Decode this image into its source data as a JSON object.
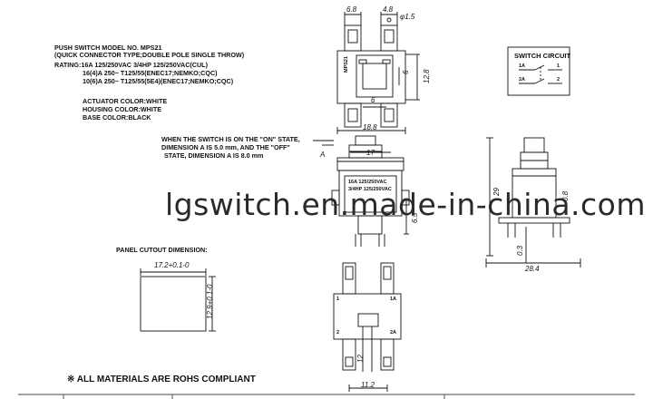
{
  "specs": {
    "model": "PUSH SWITCH MODEL NO. MPS21",
    "type": "(QUICK CONNECTOR TYPE;DOUBLE POLE SINGLE THROW)",
    "rating1": "RATING:16A 125/250VAC 3/4HP 125/250VAC(CUL)",
    "rating2": "16(4)A 250~ T125/55(ENEC17;NEMKO;CQC)",
    "rating3": "10(6)A 250~ T125/55(5E4)(ENEC17;NEMKO;CQC)",
    "actuator": "ACTUATOR COLOR:WHITE",
    "housing": "HOUSING COLOR:WHITE",
    "base": "BASE COLOR:BLACK"
  },
  "note": {
    "line1": "WHEN THE SWITCH IS ON THE \"ON\" STATE,",
    "line2": "DIMENSION A IS 5.0 mm, AND THE \"OFF\"",
    "line3": "STATE, DIMENSION A IS 8.0 mm",
    "label_a": "A"
  },
  "circuit": {
    "title": "SWITCH CIRCUIT",
    "t1a": "1A",
    "t1": "1",
    "t2a": "2A",
    "t2": "2"
  },
  "panel": {
    "title": "PANEL CUTOUT DIMENSION:",
    "width": "17.2+0.1-0",
    "height": "12.9+0.1-0"
  },
  "dims": {
    "top_6_8": "6.8",
    "top_4_8": "4.8",
    "top_phi": "φ1.5",
    "top_12_8": "12.8",
    "top_6a": "6",
    "top_6b": "6",
    "top_18_8": "18.8",
    "front_17": "17",
    "front_6_5": "6.5",
    "side_29": "29",
    "side_0_8": "0.8",
    "side_0_3": "0.3",
    "side_28_4": "28.4",
    "bot_11_2": "11.2",
    "bot_12": "12",
    "mps_label": "MPS21",
    "front_rating_1": "16A 125/250VAC",
    "front_rating_2": "3/4HP 125/250VAC",
    "bot_1": "1",
    "bot_1a": "1A",
    "bot_2": "2",
    "bot_2a": "2A"
  },
  "watermark": "lgswitch.en.made-in-china.com",
  "footer": "※ ALL MATERIALS ARE ROHS COMPLIANT"
}
